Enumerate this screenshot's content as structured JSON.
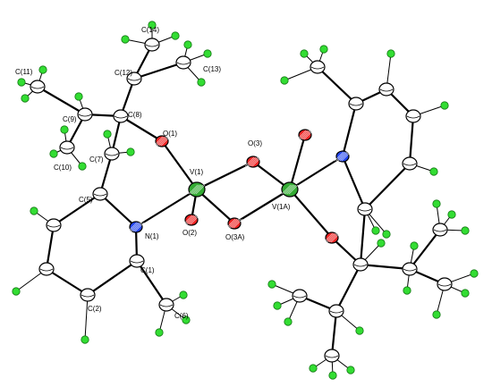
{
  "molecule": {
    "colors": {
      "carbon": "#ffffff",
      "hydrogen": "#33dd33",
      "oxygen": "#ee2222",
      "nitrogen": "#2244ee",
      "vanadium": "#33aa33"
    },
    "labels": {
      "C1": "C(1)",
      "C2": "C(2)",
      "C5": "C(5)",
      "C6": "C(6)",
      "C7": "C(7)",
      "C8": "C(8)",
      "C9": "C(9)",
      "C10": "C(10)",
      "C11": "C(11)",
      "C12": "C(12)",
      "C13": "C(13)",
      "C14": "C(14)",
      "N1": "N(1)",
      "O1": "O(1)",
      "O2": "O(2)",
      "O3": "O(3)",
      "O3A": "O(3A)",
      "V1": "V(1)",
      "V1A": "V(1A)"
    }
  }
}
